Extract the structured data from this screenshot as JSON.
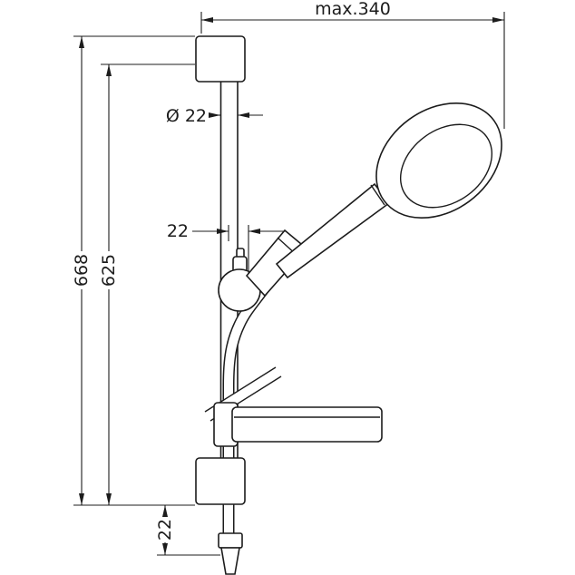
{
  "dimensions": {
    "top_width": "max.340",
    "rail_diameter": "Ø 22",
    "holder_offset": "22",
    "total_height": "668",
    "rail_height": "625",
    "bottom_offset": "22"
  },
  "colors": {
    "line": "#1c1c1c",
    "background": "#ffffff"
  }
}
